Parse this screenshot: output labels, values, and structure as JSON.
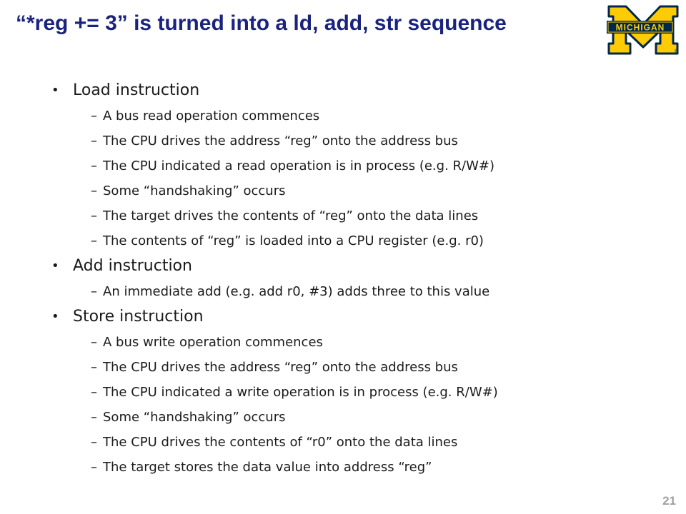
{
  "slide": {
    "title": "“*reg += 3” is turned into a ld, add, str sequence",
    "page_number": "21"
  },
  "logo": {
    "letter": "M",
    "wordmark": "MICHIGAN",
    "registered": "®",
    "colors": {
      "maize": "#ffcb05",
      "blue": "#00274c"
    }
  },
  "sections": [
    {
      "heading": "Load instruction",
      "items": [
        "A bus read operation commences",
        "The CPU drives the address “reg” onto the address bus",
        "The CPU indicated a read operation is in process (e.g. R/W#)",
        "Some “handshaking” occurs",
        "The target drives the contents of “reg” onto the data lines",
        "The contents of “reg” is loaded into a CPU register (e.g. r0)"
      ]
    },
    {
      "heading": "Add instruction",
      "items": [
        "An immediate add (e.g. add r0, #3) adds three to this value"
      ]
    },
    {
      "heading": "Store instruction",
      "items": [
        "A bus write operation commences",
        "The CPU drives the address “reg” onto the address bus",
        "The CPU indicated a write operation is in process (e.g. R/W#)",
        "Some “handshaking” occurs",
        "The CPU drives the contents of “r0” onto the data lines",
        "The target stores the data value into address “reg”"
      ]
    }
  ]
}
